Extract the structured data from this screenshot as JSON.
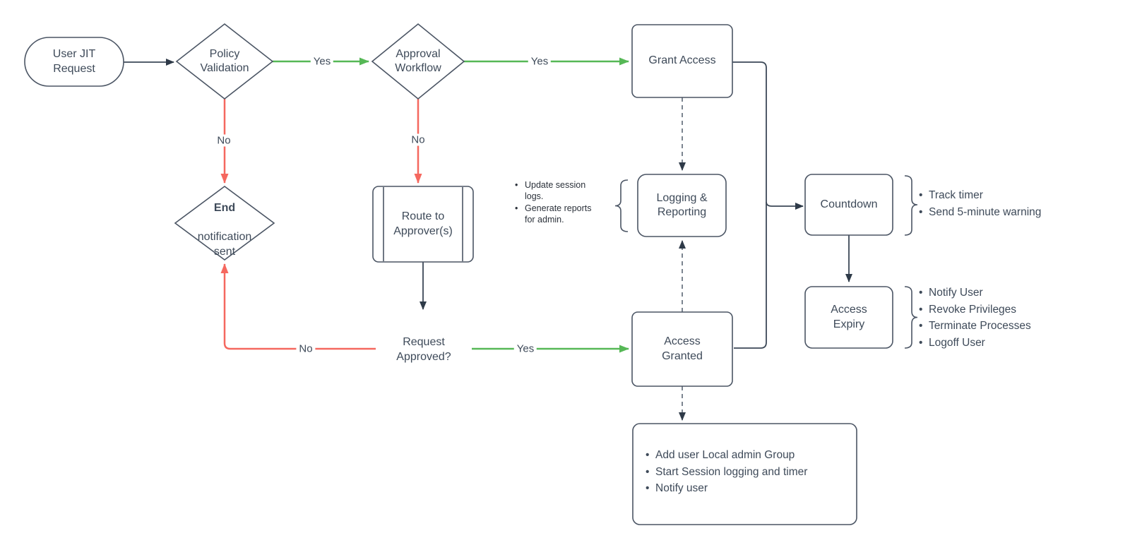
{
  "nodes": {
    "start": {
      "label": "User JIT\nRequest"
    },
    "policy_validation": {
      "label": "Policy\nValidation"
    },
    "approval_workflow": {
      "label": "Approval\nWorkflow"
    },
    "grant_access": {
      "label": "Grant Access"
    },
    "end_notification": {
      "label_bold": "End",
      "label_rest": "notification\nsent"
    },
    "route_to_approvers": {
      "label": "Route to\nApprover(s)"
    },
    "request_approved": {
      "label": "Request\nApproved?"
    },
    "access_granted": {
      "label": "Access\nGranted"
    },
    "logging_reporting": {
      "label": "Logging &\nReporting"
    },
    "countdown": {
      "label": "Countdown"
    },
    "access_expiry": {
      "label": "Access\nExpiry"
    }
  },
  "edge_labels": {
    "policy_yes": "Yes",
    "policy_no": "No",
    "approval_yes": "Yes",
    "approval_no": "No",
    "request_yes": "Yes",
    "request_no": "No"
  },
  "notes": {
    "logging": {
      "items": [
        "Update session logs.",
        "Generate reports for admin."
      ]
    },
    "countdown": {
      "items": [
        "Track timer",
        "Send 5-minute warning"
      ]
    },
    "expiry": {
      "items": [
        "Notify User",
        "Revoke Privileges",
        "Terminate Processes",
        "Logoff User"
      ]
    },
    "access_granted_actions": {
      "items": [
        "Add user Local admin Group",
        "Start Session logging and timer",
        "Notify user"
      ]
    }
  },
  "colors": {
    "yes_line": "#56b856",
    "no_line": "#f5685f",
    "shape_stroke": "#4b5564",
    "dark_arrow": "#2e3a48",
    "dashed_line": "#5c6774",
    "text": "#3e4a59"
  }
}
